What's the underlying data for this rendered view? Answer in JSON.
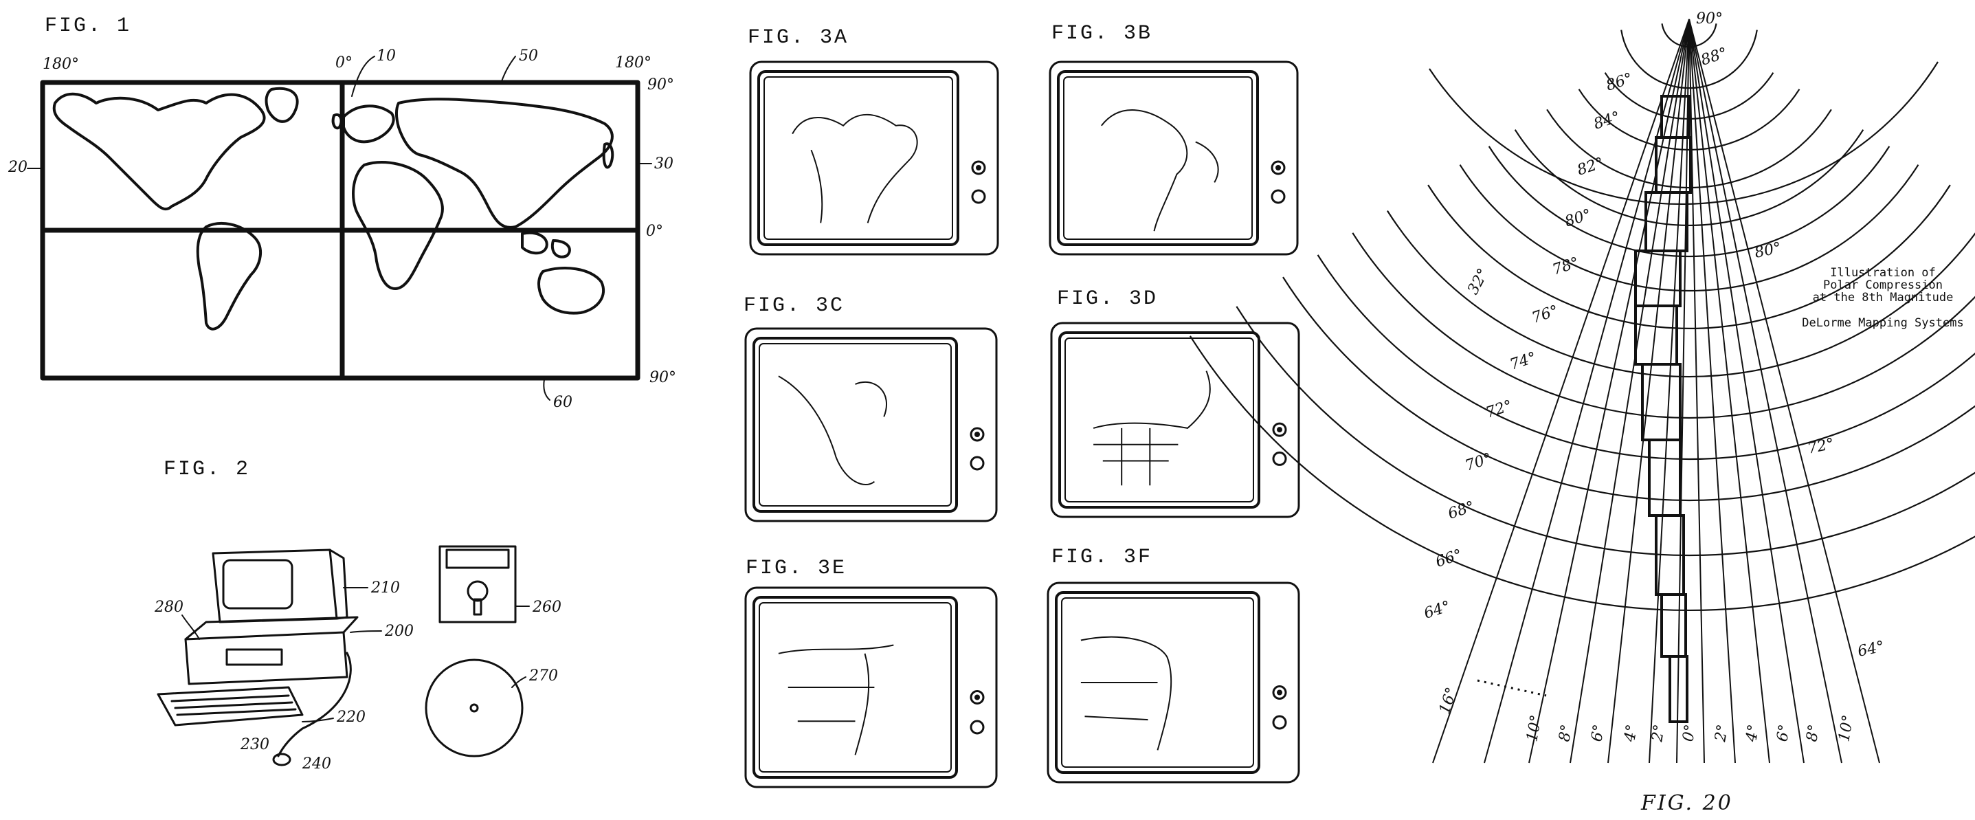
{
  "fig1": {
    "caption": "FIG. 1",
    "labels": {
      "lon_left": "180°",
      "lon_center": "0°",
      "lon_right": "180°",
      "lat_top": "90°",
      "lat_equator": "0°",
      "lat_bottom": "90°"
    },
    "refs": {
      "r10": "10",
      "r20": "20",
      "r30": "30",
      "r50": "50",
      "r60": "60"
    }
  },
  "fig2": {
    "caption": "FIG. 2",
    "refs": {
      "r200": "200",
      "r210": "210",
      "r220": "220",
      "r230": "230",
      "r240": "240",
      "r260": "260",
      "r270": "270",
      "r280": "280"
    }
  },
  "fig3": {
    "panels": [
      {
        "caption": "FIG. 3A"
      },
      {
        "caption": "FIG. 3B"
      },
      {
        "caption": "FIG. 3C"
      },
      {
        "caption": "FIG. 3D"
      },
      {
        "caption": "FIG. 3E"
      },
      {
        "caption": "FIG. 3F"
      }
    ]
  },
  "fig20": {
    "caption": "FIG. 20",
    "top_label": "90°",
    "arc_labels": [
      "88°",
      "86°",
      "84°",
      "82°",
      "80°",
      "78°",
      "76°",
      "74°",
      "72°",
      "70°",
      "68°",
      "66°",
      "64°"
    ],
    "arc_right_labels": [
      "80°",
      "72°",
      "64°"
    ],
    "ray_labels_bottom": [
      "10°",
      "8°",
      "6°",
      "4°",
      "2°",
      "0°",
      "2°",
      "4°",
      "6°",
      "8°",
      "10°"
    ],
    "side_labels": {
      "left_upper": "32°",
      "left_lower": "16°"
    },
    "note_lines": [
      "Illustration of",
      "Polar Compression",
      "at the 8th Magnitude",
      "DeLorme Mapping Systems"
    ]
  }
}
